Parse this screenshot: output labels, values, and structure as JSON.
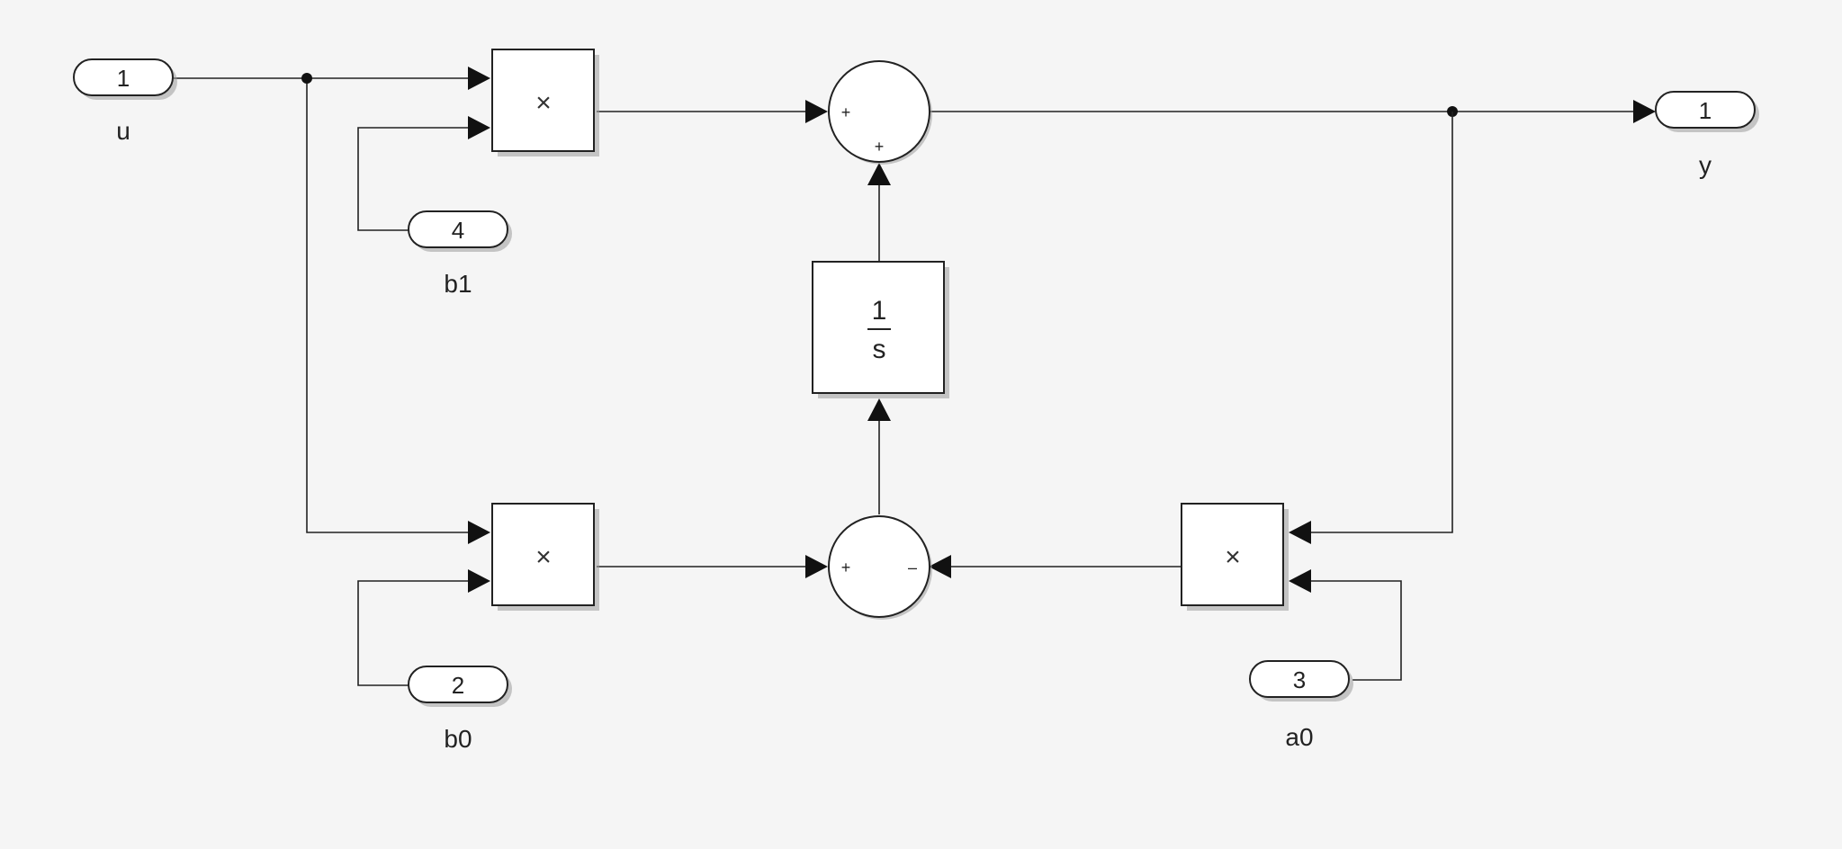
{
  "inports": [
    {
      "number": "1",
      "label": "u"
    },
    {
      "number": "4",
      "label": "b1"
    },
    {
      "number": "2",
      "label": "b0"
    },
    {
      "number": "3",
      "label": "a0"
    }
  ],
  "outports": [
    {
      "number": "1",
      "label": "y"
    }
  ],
  "products": [
    {
      "symbol": "×"
    },
    {
      "symbol": "×"
    },
    {
      "symbol": "×"
    }
  ],
  "sums": [
    {
      "signs": [
        "+",
        "+"
      ]
    },
    {
      "signs": [
        "+",
        "–"
      ]
    }
  ],
  "integrator": {
    "numerator": "1",
    "denominator": "s"
  }
}
